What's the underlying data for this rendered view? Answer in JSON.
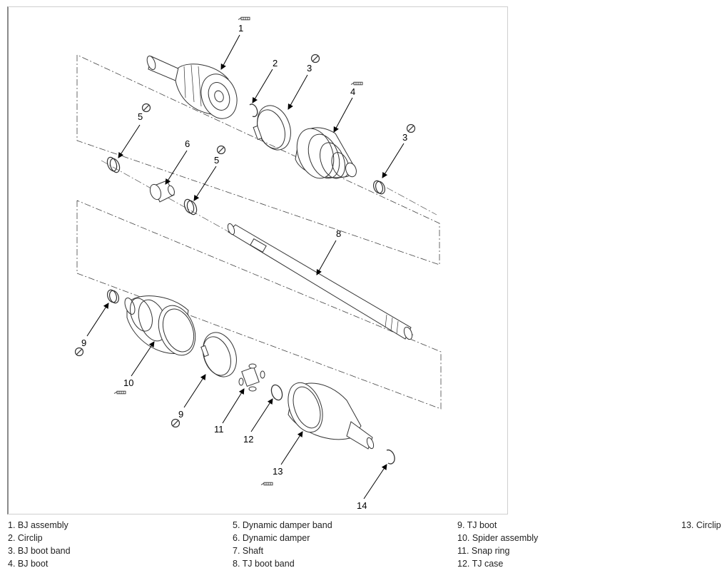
{
  "callouts": {
    "n1": "1",
    "n2": "2",
    "n3a": "3",
    "n3b": "3",
    "n4": "4",
    "n5a": "5",
    "n5b": "5",
    "n6": "6",
    "n8": "8",
    "n9a": "9",
    "n9b": "9",
    "n10": "10",
    "n11": "11",
    "n12": "12",
    "n13": "13",
    "n14": "14"
  },
  "legend": {
    "col1": [
      "1. BJ assembly",
      "2. Circlip",
      "3. BJ boot band",
      "4. BJ boot"
    ],
    "col2": [
      "5. Dynamic damper band",
      "6. Dynamic damper",
      "7. Shaft",
      "8. TJ boot band"
    ],
    "col3": [
      "9. TJ boot",
      "10. Spider assembly",
      "11. Snap ring",
      "12. TJ case"
    ],
    "col4": [
      "13. Circlip"
    ]
  },
  "icons": [
    "grease-icon",
    "no-reuse-icon"
  ]
}
